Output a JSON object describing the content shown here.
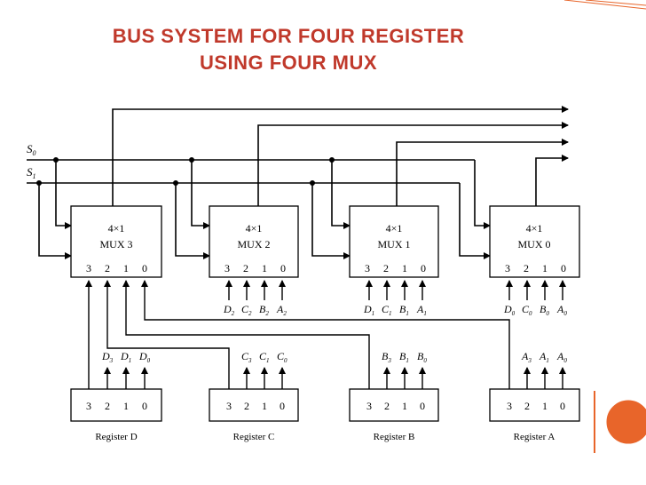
{
  "title": {
    "line1": "BUS SYSTEM FOR FOUR REGISTER",
    "line2": "USING FOUR MUX"
  },
  "selects": {
    "s0": "S",
    "s0_sub": "0",
    "s1": "S",
    "s1_sub": "1"
  },
  "muxes": [
    {
      "type": "4×1",
      "name": "MUX 3",
      "inputs": [
        "3",
        "2",
        "1",
        "0"
      ]
    },
    {
      "type": "4×1",
      "name": "MUX 2",
      "inputs": [
        "3",
        "2",
        "1",
        "0"
      ]
    },
    {
      "type": "4×1",
      "name": "MUX 1",
      "inputs": [
        "3",
        "2",
        "1",
        "0"
      ]
    },
    {
      "type": "4×1",
      "name": "MUX 0",
      "inputs": [
        "3",
        "2",
        "1",
        "0"
      ]
    }
  ],
  "mux_input_labels": [
    {
      "letters": [
        "D",
        "C",
        "B",
        "A"
      ],
      "sub": "2"
    },
    {
      "letters": [
        "D",
        "C",
        "B",
        "A"
      ],
      "sub": "1"
    },
    {
      "letters": [
        "D",
        "C",
        "B",
        "A"
      ],
      "sub": "0"
    }
  ],
  "registers": [
    {
      "name": "Register D",
      "bits": [
        "3",
        "2",
        "1",
        "0"
      ],
      "outputs": [
        "D",
        "D",
        "D"
      ],
      "subs": [
        "3",
        "1",
        "0"
      ]
    },
    {
      "name": "Register C",
      "bits": [
        "3",
        "2",
        "1",
        "0"
      ],
      "outputs": [
        "C",
        "C",
        "C"
      ],
      "subs": [
        "3",
        "1",
        "0"
      ]
    },
    {
      "name": "Register B",
      "bits": [
        "3",
        "2",
        "1",
        "0"
      ],
      "outputs": [
        "B",
        "B",
        "B"
      ],
      "subs": [
        "3",
        "1",
        "0"
      ]
    },
    {
      "name": "Register A",
      "bits": [
        "3",
        "2",
        "1",
        "0"
      ],
      "outputs": [
        "A",
        "A",
        "A"
      ],
      "subs": [
        "3",
        "1",
        "0"
      ]
    }
  ],
  "colors": {
    "title": "#c0392b",
    "accent": "#e8652a",
    "line": "#000000"
  }
}
